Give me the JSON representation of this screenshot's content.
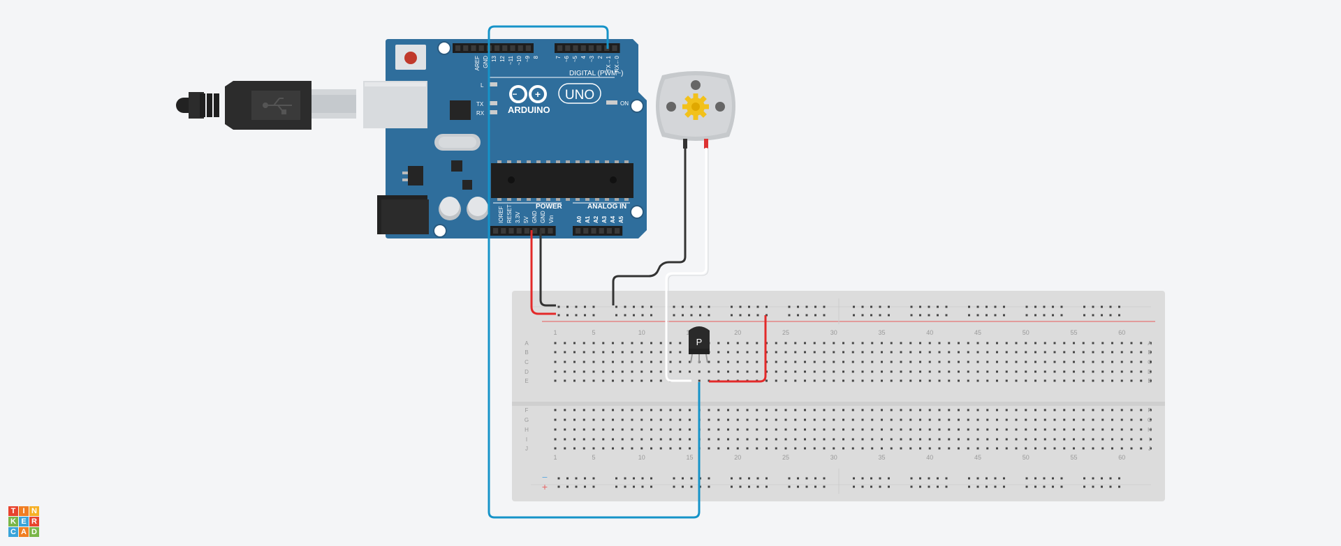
{
  "board": {
    "brand": "ARDUINO",
    "model": "UNO",
    "digital_header": "DIGITAL (PWM~)",
    "power_header": "POWER",
    "analog_header": "ANALOG IN",
    "on_label": "ON",
    "led_labels": [
      "L",
      "TX",
      "RX"
    ],
    "digital_pins": [
      "AREF",
      "GND",
      "13",
      "12",
      "~11",
      "~10",
      "~9",
      "8",
      "7",
      "~6",
      "~5",
      "4",
      "~3",
      "2",
      "TX→1",
      "RX←0"
    ],
    "power_pins": [
      "IOREF",
      "RESET",
      "3.3V",
      "5V",
      "GND",
      "GND",
      "Vin"
    ],
    "analog_pins": [
      "A0",
      "A1",
      "A2",
      "A3",
      "A4",
      "A5"
    ]
  },
  "breadboard": {
    "column_numbers": [
      "1",
      "5",
      "10",
      "15",
      "20",
      "25",
      "30",
      "35",
      "40",
      "45",
      "50",
      "55",
      "60"
    ],
    "top_rows": [
      "A",
      "B",
      "C",
      "D",
      "E"
    ],
    "bottom_rows": [
      "F",
      "G",
      "H",
      "I",
      "J"
    ],
    "rail_minus": "−",
    "rail_plus": "+"
  },
  "transistor": {
    "label": "P"
  },
  "logo": {
    "letters": [
      "T",
      "I",
      "N",
      "K",
      "E",
      "R",
      "C",
      "A",
      "D"
    ]
  },
  "colors": {
    "background": "#f4f5f7",
    "board": "#2f6e9c",
    "wire_blue": "#1693c8",
    "wire_red": "#e32a2a",
    "wire_black": "#333333",
    "wire_white": "#ffffff",
    "breadboard": "#dcdcdc",
    "motor": "#cfd1d4",
    "gear": "#f2c11b"
  }
}
